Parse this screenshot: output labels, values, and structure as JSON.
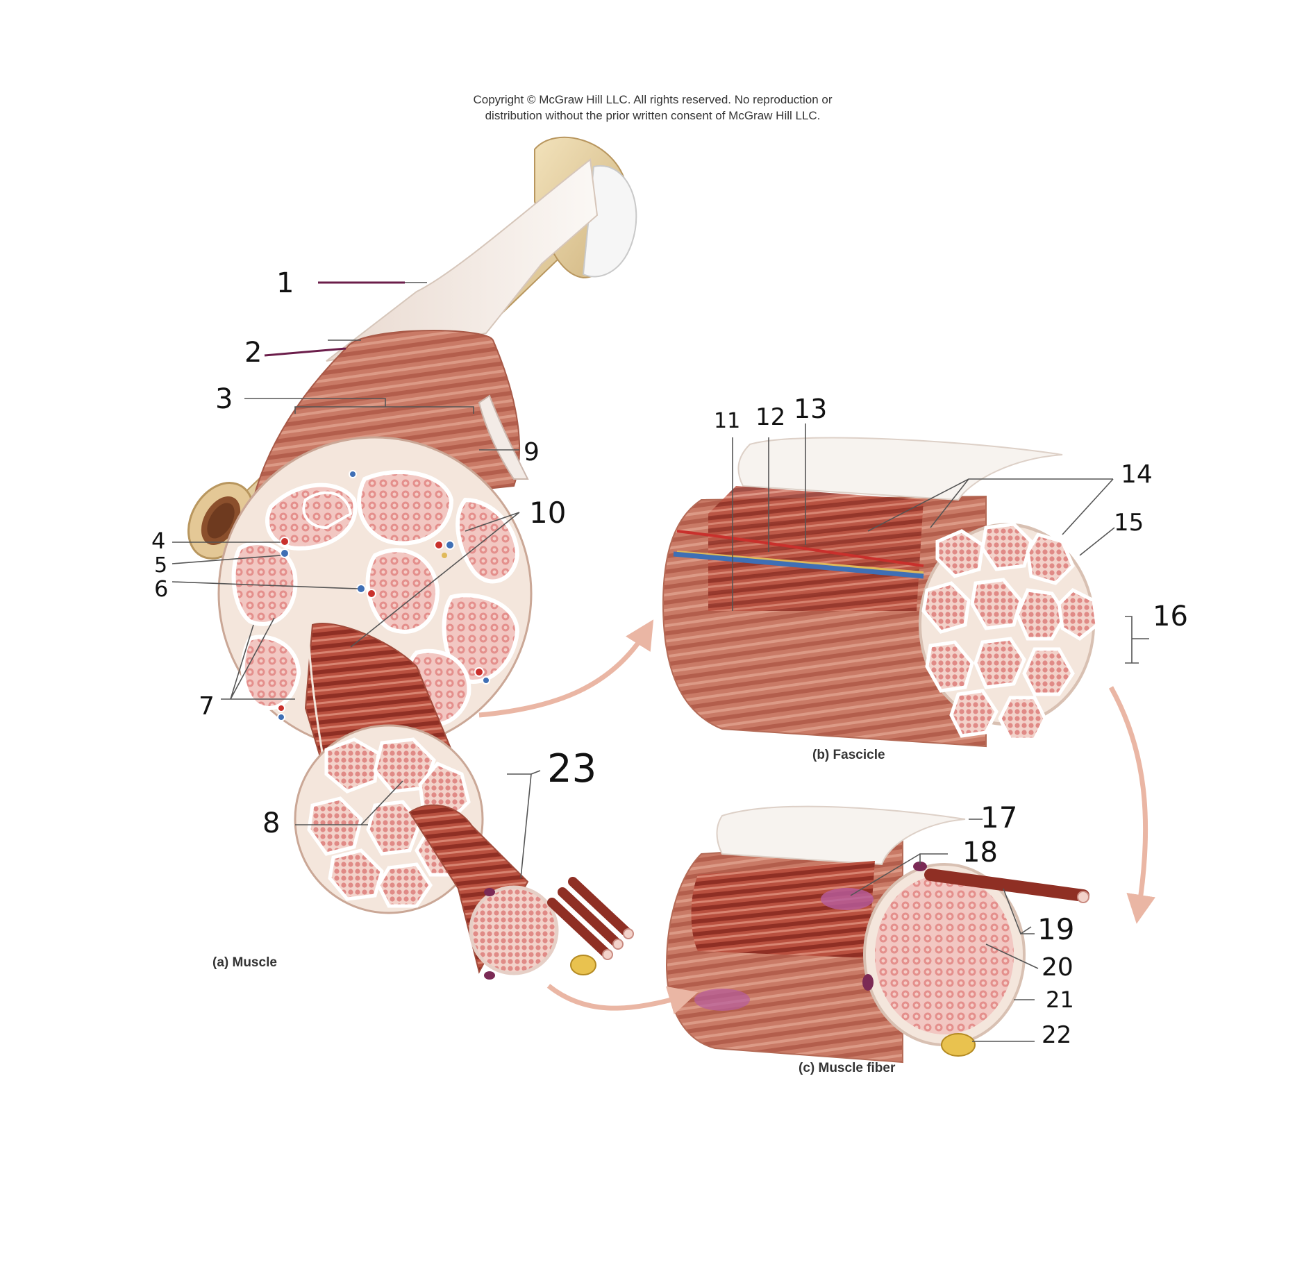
{
  "copyright": {
    "line1": "Copyright © McGraw Hill LLC. All rights reserved. No reproduction or",
    "line2": "distribution without the prior written consent of McGraw Hill LLC."
  },
  "panels": {
    "muscle": "(a) Muscle",
    "fascicle": "(b) Fascicle",
    "fiber": "(c) Muscle fiber"
  },
  "labels": {
    "n1": "1",
    "n2": "2",
    "n3": "3",
    "n4": "4",
    "n5": "5",
    "n6": "6",
    "n7": "7",
    "n8": "8",
    "n9": "9",
    "n10": "10",
    "n11": "11",
    "n12": "12",
    "n13": "13",
    "n14": "14",
    "n15": "15",
    "n16": "16",
    "n17": "17",
    "n18": "18",
    "n19": "19",
    "n20": "20",
    "n21": "21",
    "n22": "22",
    "n23": "23"
  },
  "colors": {
    "bone": "#e8d5a8",
    "tendon": "#f4f0ec",
    "muscle": "#c9735f",
    "muscle_dark": "#9e4437",
    "fascicle_bg": "#f6e4d8",
    "fiber_pink": "#e89a98",
    "vein": "#3f6fb5",
    "artery": "#c9302c",
    "nerve": "#e0b95a",
    "arrow": "#eab6a4",
    "label_line": "#6b1d4a"
  }
}
